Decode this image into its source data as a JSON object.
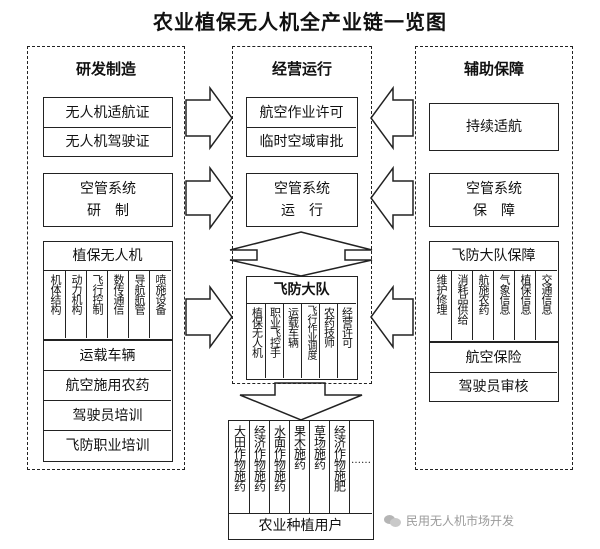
{
  "title": "农业植保无人机全产业链一览图",
  "columns": {
    "rd": {
      "heading": "研发制造",
      "cert": [
        "无人机适航证",
        "无人机驾驶证"
      ],
      "atc": "空管系统\n研　制",
      "uav_title": "植保无人机",
      "uav_parts": [
        "机体结构",
        "动力机构",
        "飞行控制",
        "数传通信",
        "导航航管",
        "喷施设备"
      ],
      "bottom": [
        "运载车辆",
        "航空施用农药",
        "驾驶员培训",
        "飞防职业培训"
      ]
    },
    "ops": {
      "heading": "经营运行",
      "permits": [
        "航空作业许可",
        "临时空域审批"
      ],
      "atc": "空管系统\n运　行",
      "team_title": "飞防大队",
      "team_parts": [
        "植保无人机",
        "职业飞控手",
        "运载车辆",
        "飞行作业调度",
        "农药技师",
        "经营许可"
      ]
    },
    "support": {
      "heading": "辅助保障",
      "airworthiness": "持续适航",
      "atc": "空管系统\n保　障",
      "team_title": "飞防大队保障",
      "team_parts": [
        "维护修理",
        "消耗品供给",
        "航施农药",
        "气象信息",
        "植保信息",
        "交通信息"
      ],
      "bottom": [
        "航空保险",
        "驾驶员审核"
      ]
    }
  },
  "users": {
    "items": [
      "大田作物施药",
      "经济作物施药",
      "水面作物施药",
      "果木施药",
      "草场施药",
      "经济作物施肥",
      "……"
    ],
    "footer": "农业种植用户"
  },
  "watermark": "民用无人机市场开发"
}
